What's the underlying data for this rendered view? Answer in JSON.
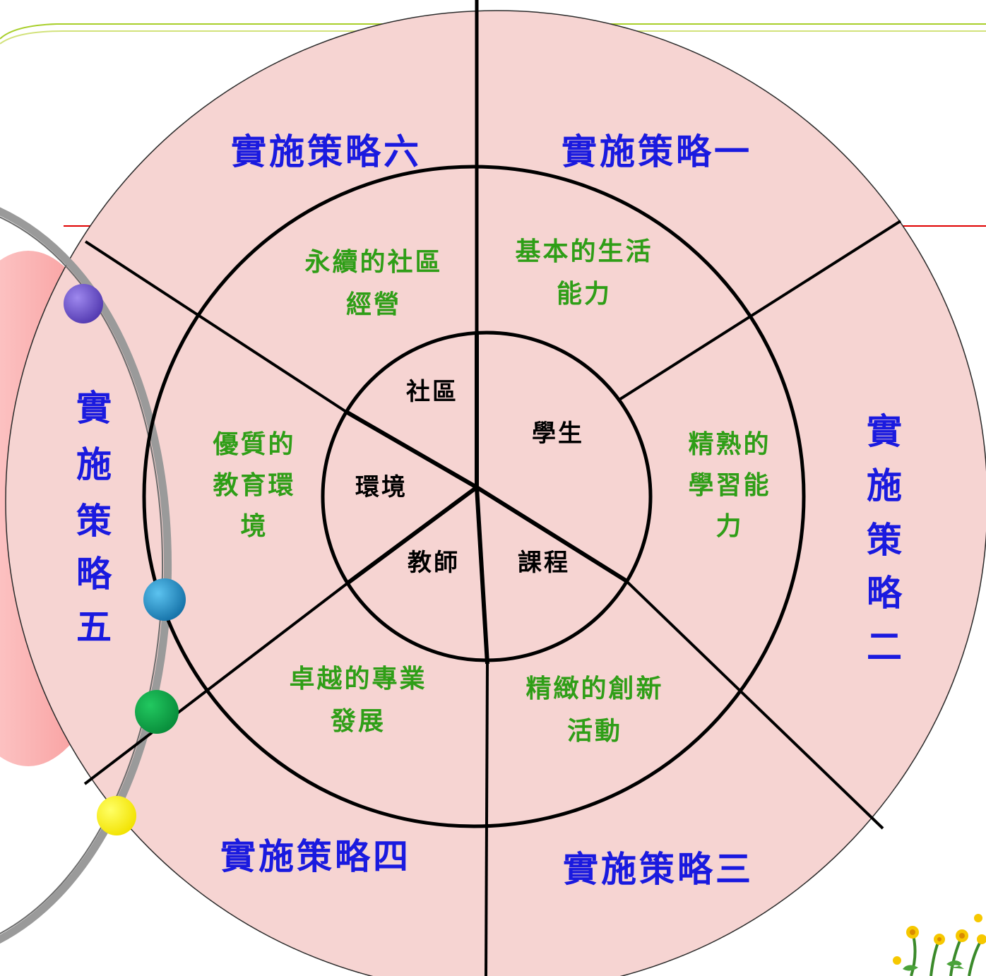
{
  "inner_ring": {
    "community": "社區",
    "student": "學生",
    "environment": "環境",
    "teacher": "教師",
    "curriculum": "課程"
  },
  "middle_ring": {
    "sector_six": [
      "永續的社區",
      "經營"
    ],
    "sector_one": [
      "基本的生活",
      "能力"
    ],
    "sector_two": [
      "精熟的",
      "學習能",
      "力"
    ],
    "sector_three": [
      "精緻的創新",
      "活動"
    ],
    "sector_four": [
      "卓越的專業",
      "發展"
    ],
    "sector_five": [
      "優質的",
      "教育環",
      "境"
    ]
  },
  "outer_ring": {
    "strategy_six": "實施策略六",
    "strategy_one": "實施策略一",
    "strategy_two": [
      "實",
      "施",
      "策",
      "略",
      "二"
    ],
    "strategy_three": "實施策略三",
    "strategy_four": "實施策略四",
    "strategy_five": [
      "實",
      "施",
      "策",
      "略",
      "五"
    ]
  },
  "colors": {
    "outer_fill": "#f6d4d2",
    "outer_label": "#1a1adf",
    "middle_label": "#2f9e17",
    "inner_label": "#000000",
    "dot_purple": "#6a4fc6",
    "dot_blue": "#1f8fd1",
    "dot_green": "#0fa54a",
    "dot_yellow": "#ffee00",
    "header_line": "#a8cf2a",
    "red_rule": "#e00000"
  },
  "decorations": {
    "corner_image": "flower-bouquet-icon",
    "dots": [
      "purple-dot",
      "blue-dot",
      "green-dot",
      "yellow-dot"
    ]
  }
}
